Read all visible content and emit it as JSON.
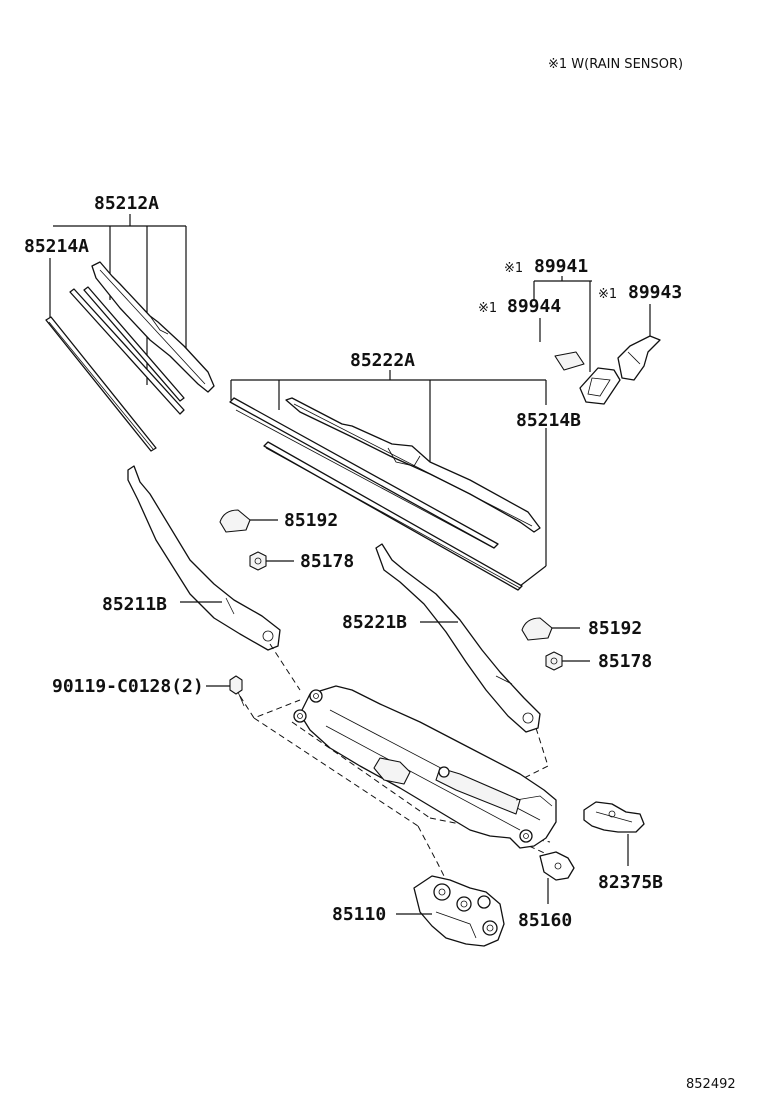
{
  "header": {
    "note": "※1 W(RAIN SENSOR)"
  },
  "footer": {
    "diagram_code": "852492"
  },
  "parts": {
    "p85212A": "85212A",
    "p85214A": "85214A",
    "p89941": "89941",
    "p89944": "89944",
    "p89943": "89943",
    "p85222A": "85222A",
    "p85214B": "85214B",
    "p85192_a": "85192",
    "p85178_a": "85178",
    "p85211B": "85211B",
    "p85221B": "85221B",
    "p85192_b": "85192",
    "p85178_b": "85178",
    "p90119": "90119-C0128(2)",
    "p82375B": "82375B",
    "p85110": "85110",
    "p85160": "85160"
  },
  "marks": {
    "m89941": "※1",
    "m89944": "※1",
    "m89943": "※1"
  }
}
